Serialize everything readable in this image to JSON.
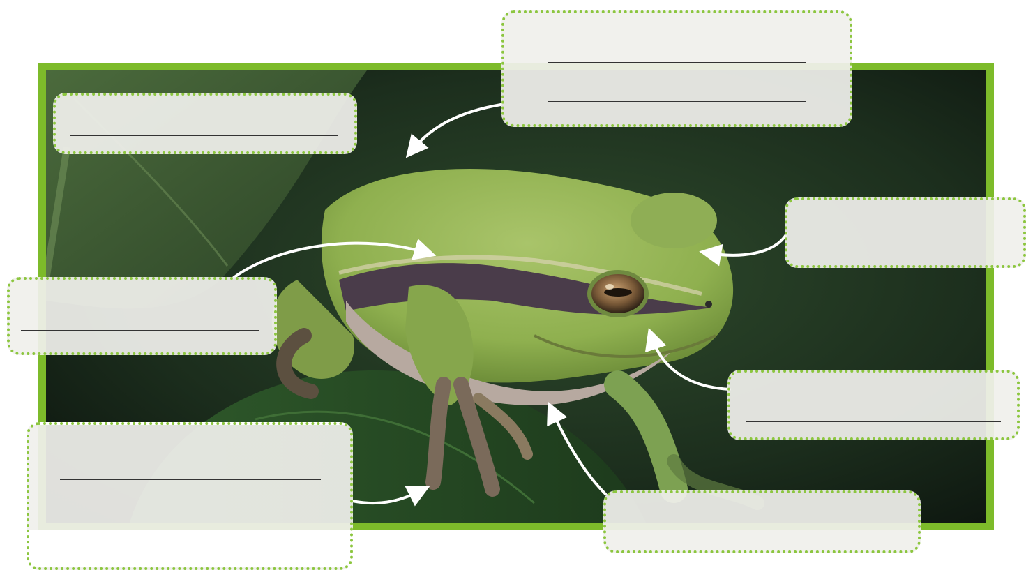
{
  "diagram": {
    "subject": "tree-frog-photo",
    "frame_color": "#7dbb2a",
    "label_border_color": "#8cc63f",
    "arrow_color": "#ffffff",
    "label_boxes": [
      {
        "id": "top-center",
        "lines": 2
      },
      {
        "id": "top-left",
        "lines": 1
      },
      {
        "id": "right-upper",
        "lines": 1
      },
      {
        "id": "left-middle",
        "lines": 1
      },
      {
        "id": "right-lower",
        "lines": 1
      },
      {
        "id": "bottom-left",
        "lines": 2
      },
      {
        "id": "bottom-right",
        "lines": 1
      }
    ]
  }
}
